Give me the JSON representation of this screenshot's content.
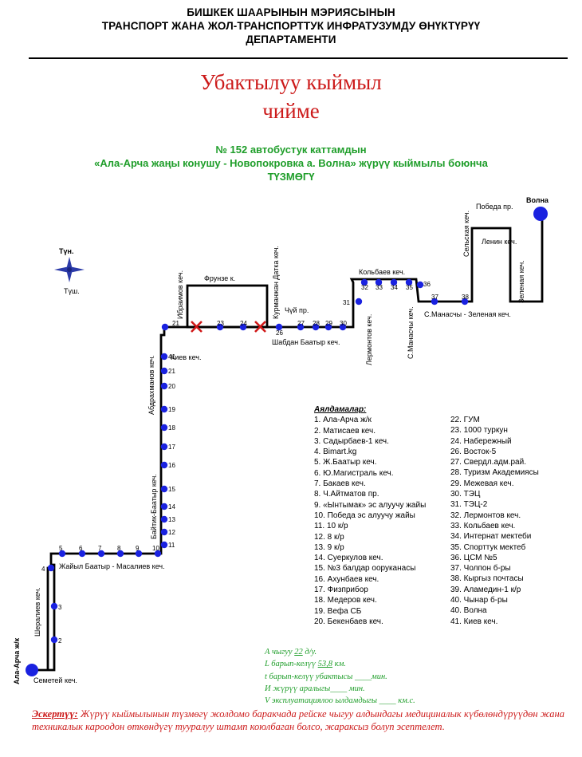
{
  "header": {
    "line1": "БИШКЕК ШААРЫНЫН  МЭРИЯСЫНЫН",
    "line2": "ТРАНСПОРТ ЖАНА ЖОЛ-ТРАНСПОРТТУК ИНФРАТУЗУМДУ ӨНҮКТҮРҮҮ",
    "line3": "ДЕПАРТАМЕНТИ"
  },
  "title": {
    "line1": "Убактылуу кыймыл",
    "line2": "чийме"
  },
  "subtitle": {
    "line1": "№ 152  автобустук каттамдын",
    "line2": "«Ала-Арча жаңы конушу  - Новопокровка а. Волна»  жүрүү кыймылы боюнча",
    "line3": "ТҮЗМӨГҮ"
  },
  "compass": {
    "north": "Түн.",
    "south": "Түш."
  },
  "map": {
    "start_label": "Ала-Арча ж/к",
    "end_label": "Волна",
    "streets": [
      "Семетей кеч.",
      "Шералиев кеч.",
      "Жайыл Баатыр -  Масалиев кеч.",
      "Байтик-Баатыр кеч.",
      "Абдрахманов кеч.",
      "Киев кеч.",
      "Ибраимов кеч.",
      "Фрунзе к.",
      "Курманжан Датка кеч.",
      "Чүй пр.",
      "Шабдан Баатыр кеч.",
      "Лермонтов кеч.",
      "Кольбаев кеч.",
      "С.Манасчы кеч.",
      "С.Манасчы - Зеленая кеч.",
      "Зеленая кеч.",
      "Ленин кеч.",
      "Сельская кеч.",
      "Победа пр."
    ]
  },
  "stops_heading": "Аялдамалар:",
  "stops_left": [
    "1. Ала-Арча ж/к",
    "2. Матисаев кеч.",
    "3. Садырбаев-1 кеч.",
    "4.  Bimart.kg",
    "5. Ж.Баатыр кеч.",
    "6. Ю.Магистраль кеч.",
    "7. Бакаев кеч.",
    "8. Ч.Айтматов пр.",
    "9. «Ынтымак» эс алуучу жайы",
    "10. Победа эс алуучу жайы",
    "11. 10 к/р",
    "12. 8 к/р",
    "13. 9 к/р",
    "14. Суеркулов кеч.",
    "15. №3 балдар ооруканасы",
    "16. Ахунбаев кеч.",
    "17. Физприбор",
    "18. Медеров кеч.",
    "19. Вефа СБ",
    "20. Бекенбаев кеч."
  ],
  "stops_right": [
    "22. ГУМ",
    "23. 1000 туркун",
    "24. Набережный",
    "26. Восток-5",
    "27. Свердл.адм.рай.",
    "28. Туризм Академиясы",
    "29. Межевая кеч.",
    "30. ТЭЦ",
    "31. ТЭЦ-2",
    "32. Лермонтов кеч.",
    "33. Кольбаев кеч.",
    "34. Интернат мектеби",
    "35. Спорттук мектеб",
    "36. ЦСМ №5",
    "37. Чолпон б-ры",
    "38. Кыргыз почтасы",
    "39. Аламедин-1 к/р",
    "40. Чынар б-ры",
    "40. Волна",
    "41. Киев кеч."
  ],
  "info": {
    "a_prefix": "А чыгуу",
    "a_value": "22",
    "a_unit": "д/у.",
    "l_prefix": "L барып-келүү",
    "l_value": "53,8",
    "l_unit": "км.",
    "t_text": "t барып-келүү убактысы ____мин.",
    "i_text": "И жүрүү аралыгы____ мин.",
    "v_text": "V эксплуатациялоо ылдамдыгы ____ км.с."
  },
  "note": {
    "label": "Эскертүү:",
    "text": " Жүрүү кыймылынын түзмөгү жолдомо баракчада рейске чыгуу алдындагы медициналык күбөлөндүрүүдөн жана техникалык кароодон өткөндүгү тууралуу штамп коюлбаган болсо, жараксыз болуп эсептелет."
  },
  "colors": {
    "red": "#cc1a1a",
    "green": "#1f9e2a",
    "stop_blue": "#1a22e0",
    "route_black": "#000000"
  }
}
